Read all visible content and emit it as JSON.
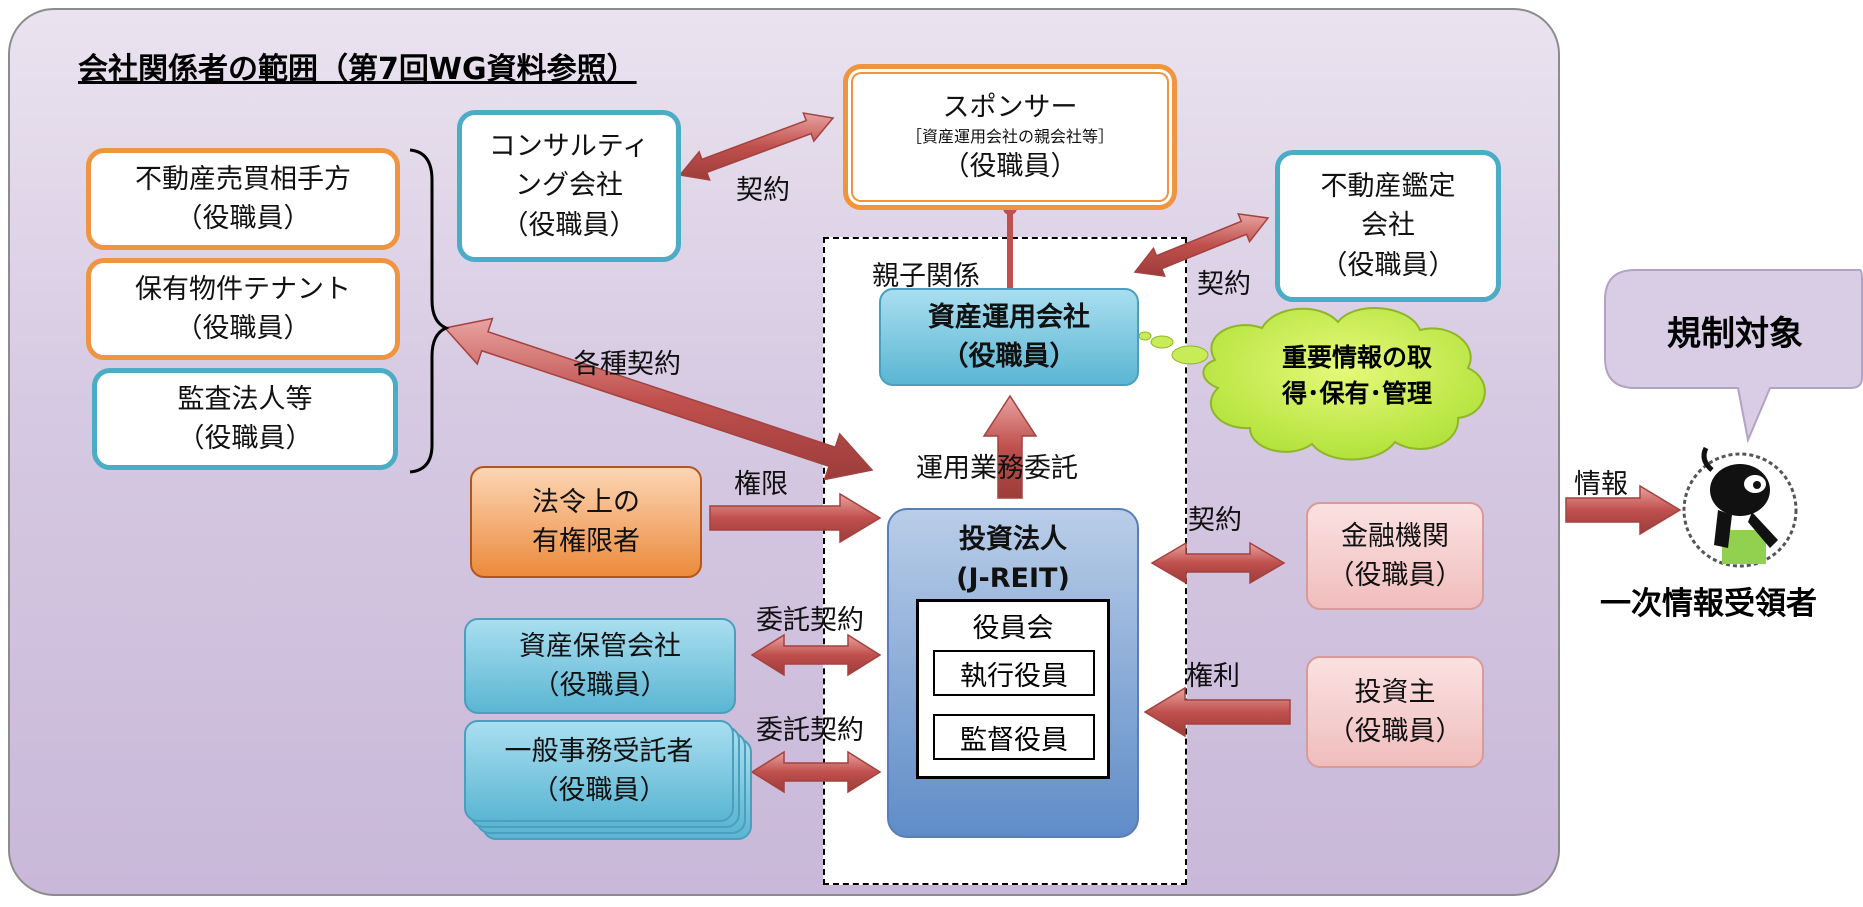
{
  "title": "会社関係者の範囲（第7回WG資料参照）",
  "nodes": {
    "sponsor": {
      "name": "スポンサー",
      "sub": "［資産運用会社の親会社等］",
      "role": "（役職員）"
    },
    "consulting": {
      "line1": "コンサルティ",
      "line2": "ング会社",
      "role": "（役職員）"
    },
    "appraisal": {
      "line1": "不動産鑑定",
      "line2": "会社",
      "role": "（役職員）"
    },
    "counterparty": {
      "name": "不動産売買相手方",
      "role": "（役職員）"
    },
    "tenant": {
      "name": "保有物件テナント",
      "role": "（役職員）"
    },
    "auditor": {
      "name": "監査法人等",
      "role": "（役職員）"
    },
    "asset_mgmt": {
      "name": "資産運用会社",
      "role": "（役職員）"
    },
    "authority": {
      "line1": "法令上の",
      "line2": "有権限者"
    },
    "corporation": {
      "name": "投資法人",
      "sub": "(J-REIT)",
      "board": "役員会",
      "exec": "執行役員",
      "supervisor": "監督役員"
    },
    "custodian": {
      "name": "資産保管会社",
      "role": "（役職員）"
    },
    "admin": {
      "name": "一般事務受託者",
      "role": "（役職員）"
    },
    "bank": {
      "name": "金融機関",
      "role": "（役職員）"
    },
    "investor": {
      "name": "投資主",
      "role": "（役職員）"
    }
  },
  "labels": {
    "contract_consult": "契約",
    "contract_appraisal": "契約",
    "parent_child": "親子関係",
    "various": "各種契約",
    "authority": "権限",
    "entrust_ops": "運用業務委託",
    "contract_bank": "契約",
    "rights": "権利",
    "entrust1": "委託契約",
    "entrust2": "委託契約",
    "info": "情報"
  },
  "cloud": {
    "line1": "重要情報の取",
    "line2": "得･保有･管理"
  },
  "callout": "規制対象",
  "recipient": "一次情報受領者",
  "colors": {
    "orange_border": "#f0953f",
    "blue_border": "#4bacc6",
    "arrow": "#c0504d",
    "cloud": "#b2e23a"
  }
}
